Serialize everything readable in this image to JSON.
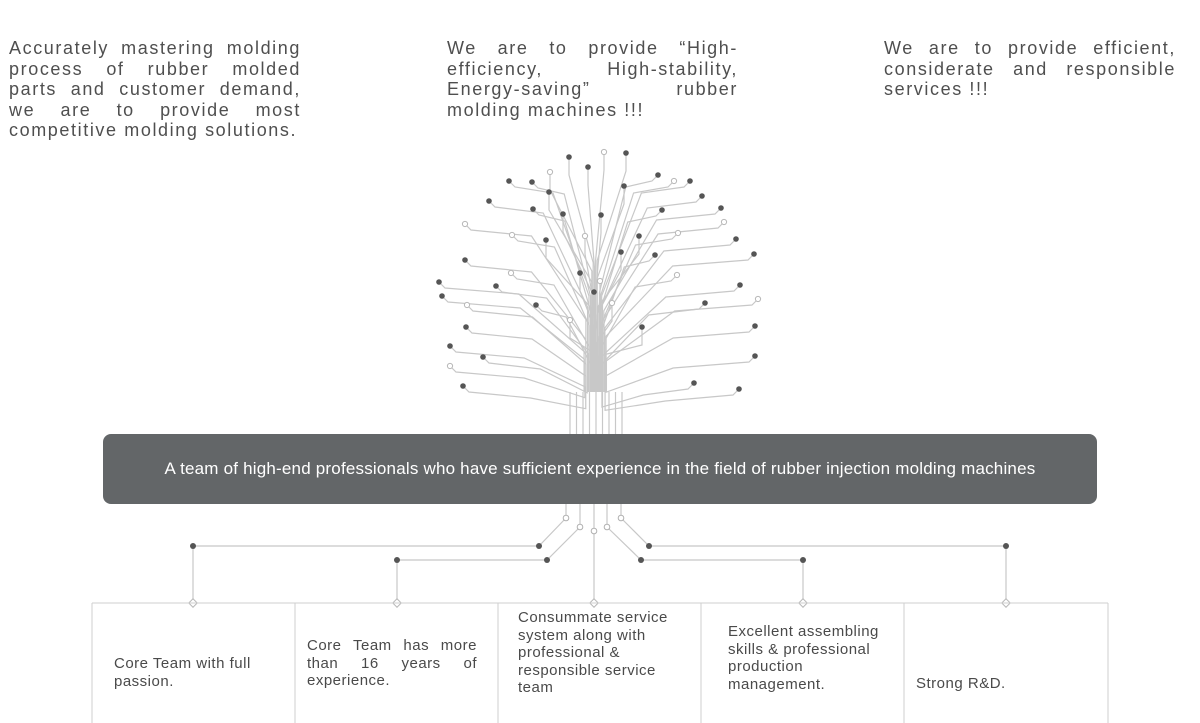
{
  "intro": [
    "Accurately mastering molding process of rubber molded parts and customer demand, we are to provide most competitive molding solutions.",
    "We are to provide “High-efficiency, High-stability, Energy-saving” rubber molding machines !!!",
    "We are to provide efficient, considerate and responsible services !!!"
  ],
  "banner": "A team of high-end professionals who have sufficient experience in the field of rubber injection molding machines",
  "cards": [
    "Core Team with full passion.",
    "Core Team has more than 16 years of experience.",
    "Consummate service system along with professional & responsible service team",
    "Excellent assembling skills & professional production management.",
    "Strong R&D."
  ],
  "colors": {
    "banner_bg": "#636668",
    "line": "#c8c8c8",
    "dot": "#555555"
  }
}
